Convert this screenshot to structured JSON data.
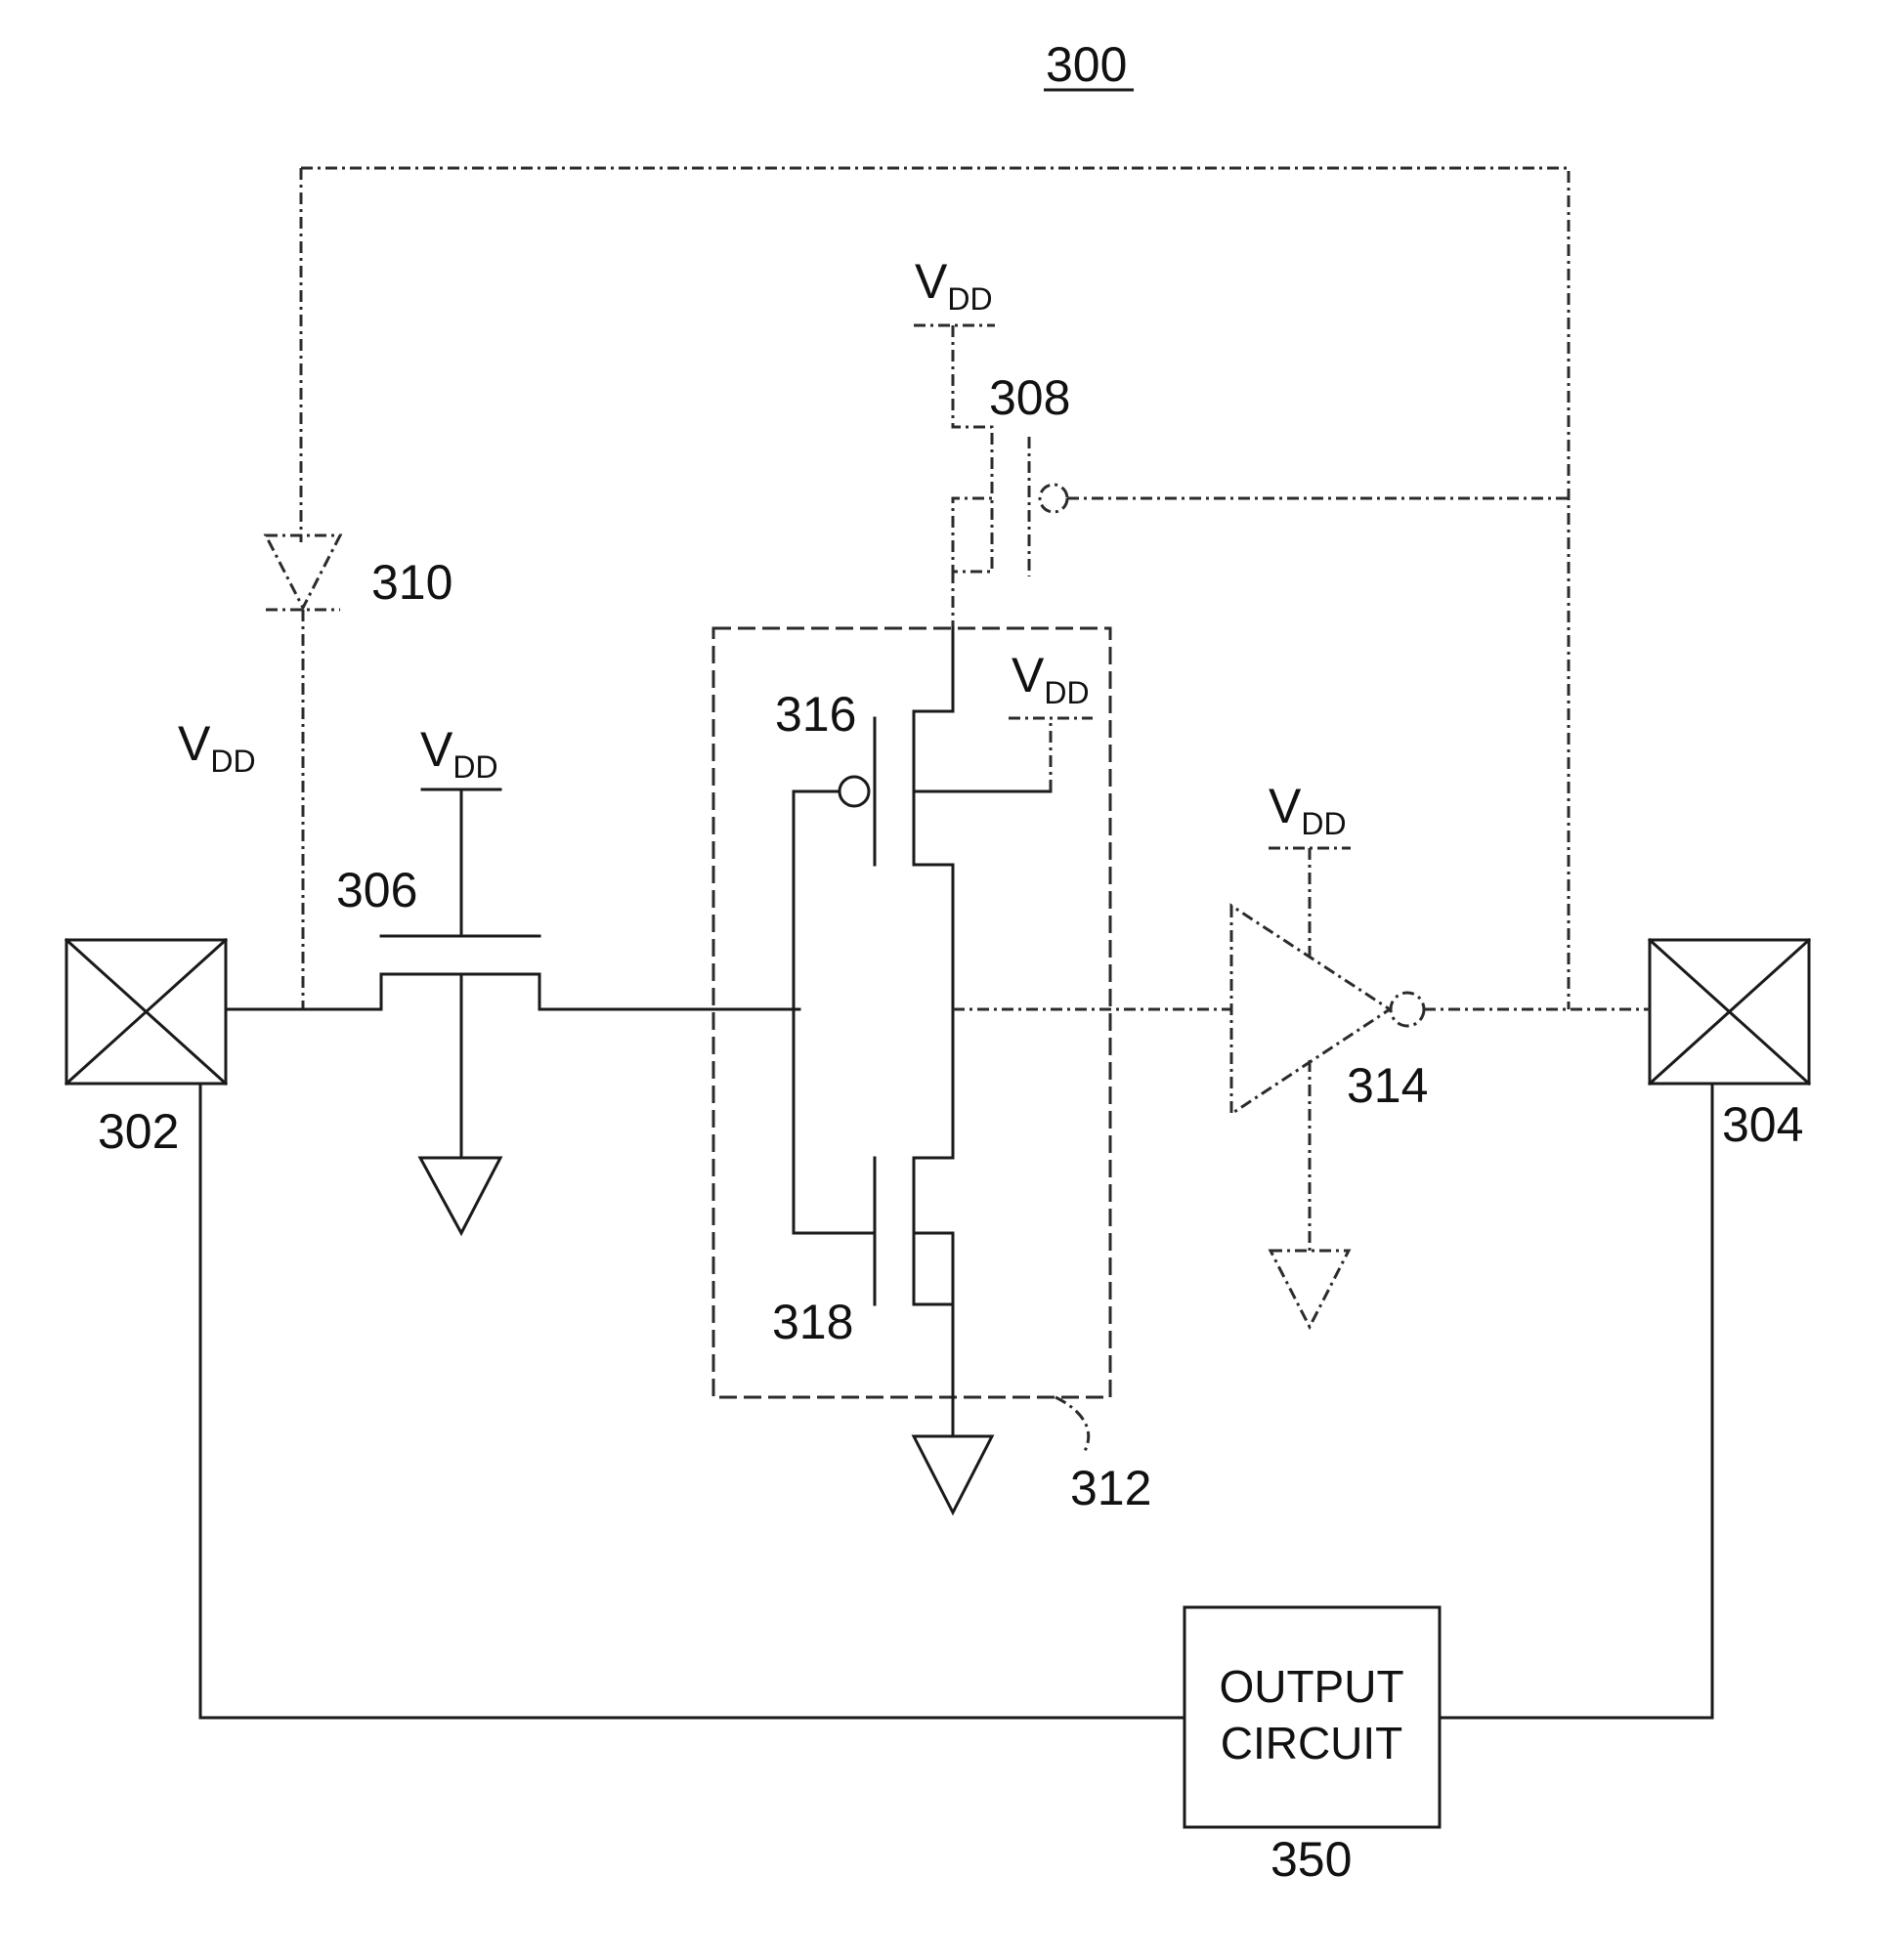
{
  "figure": {
    "title": "300",
    "labels": {
      "pad_left": "302",
      "pad_right": "304",
      "transistor_306": "306",
      "transistor_308": "308",
      "diode_310": "310",
      "block_312": "312",
      "inverter_314": "314",
      "pmos_316": "316",
      "nmos_318": "318",
      "output_ref": "350"
    },
    "vdd": {
      "main": "V",
      "sub": "DD"
    },
    "output_circuit": {
      "line1": "OUTPUT",
      "line2": "CIRCUIT"
    }
  }
}
